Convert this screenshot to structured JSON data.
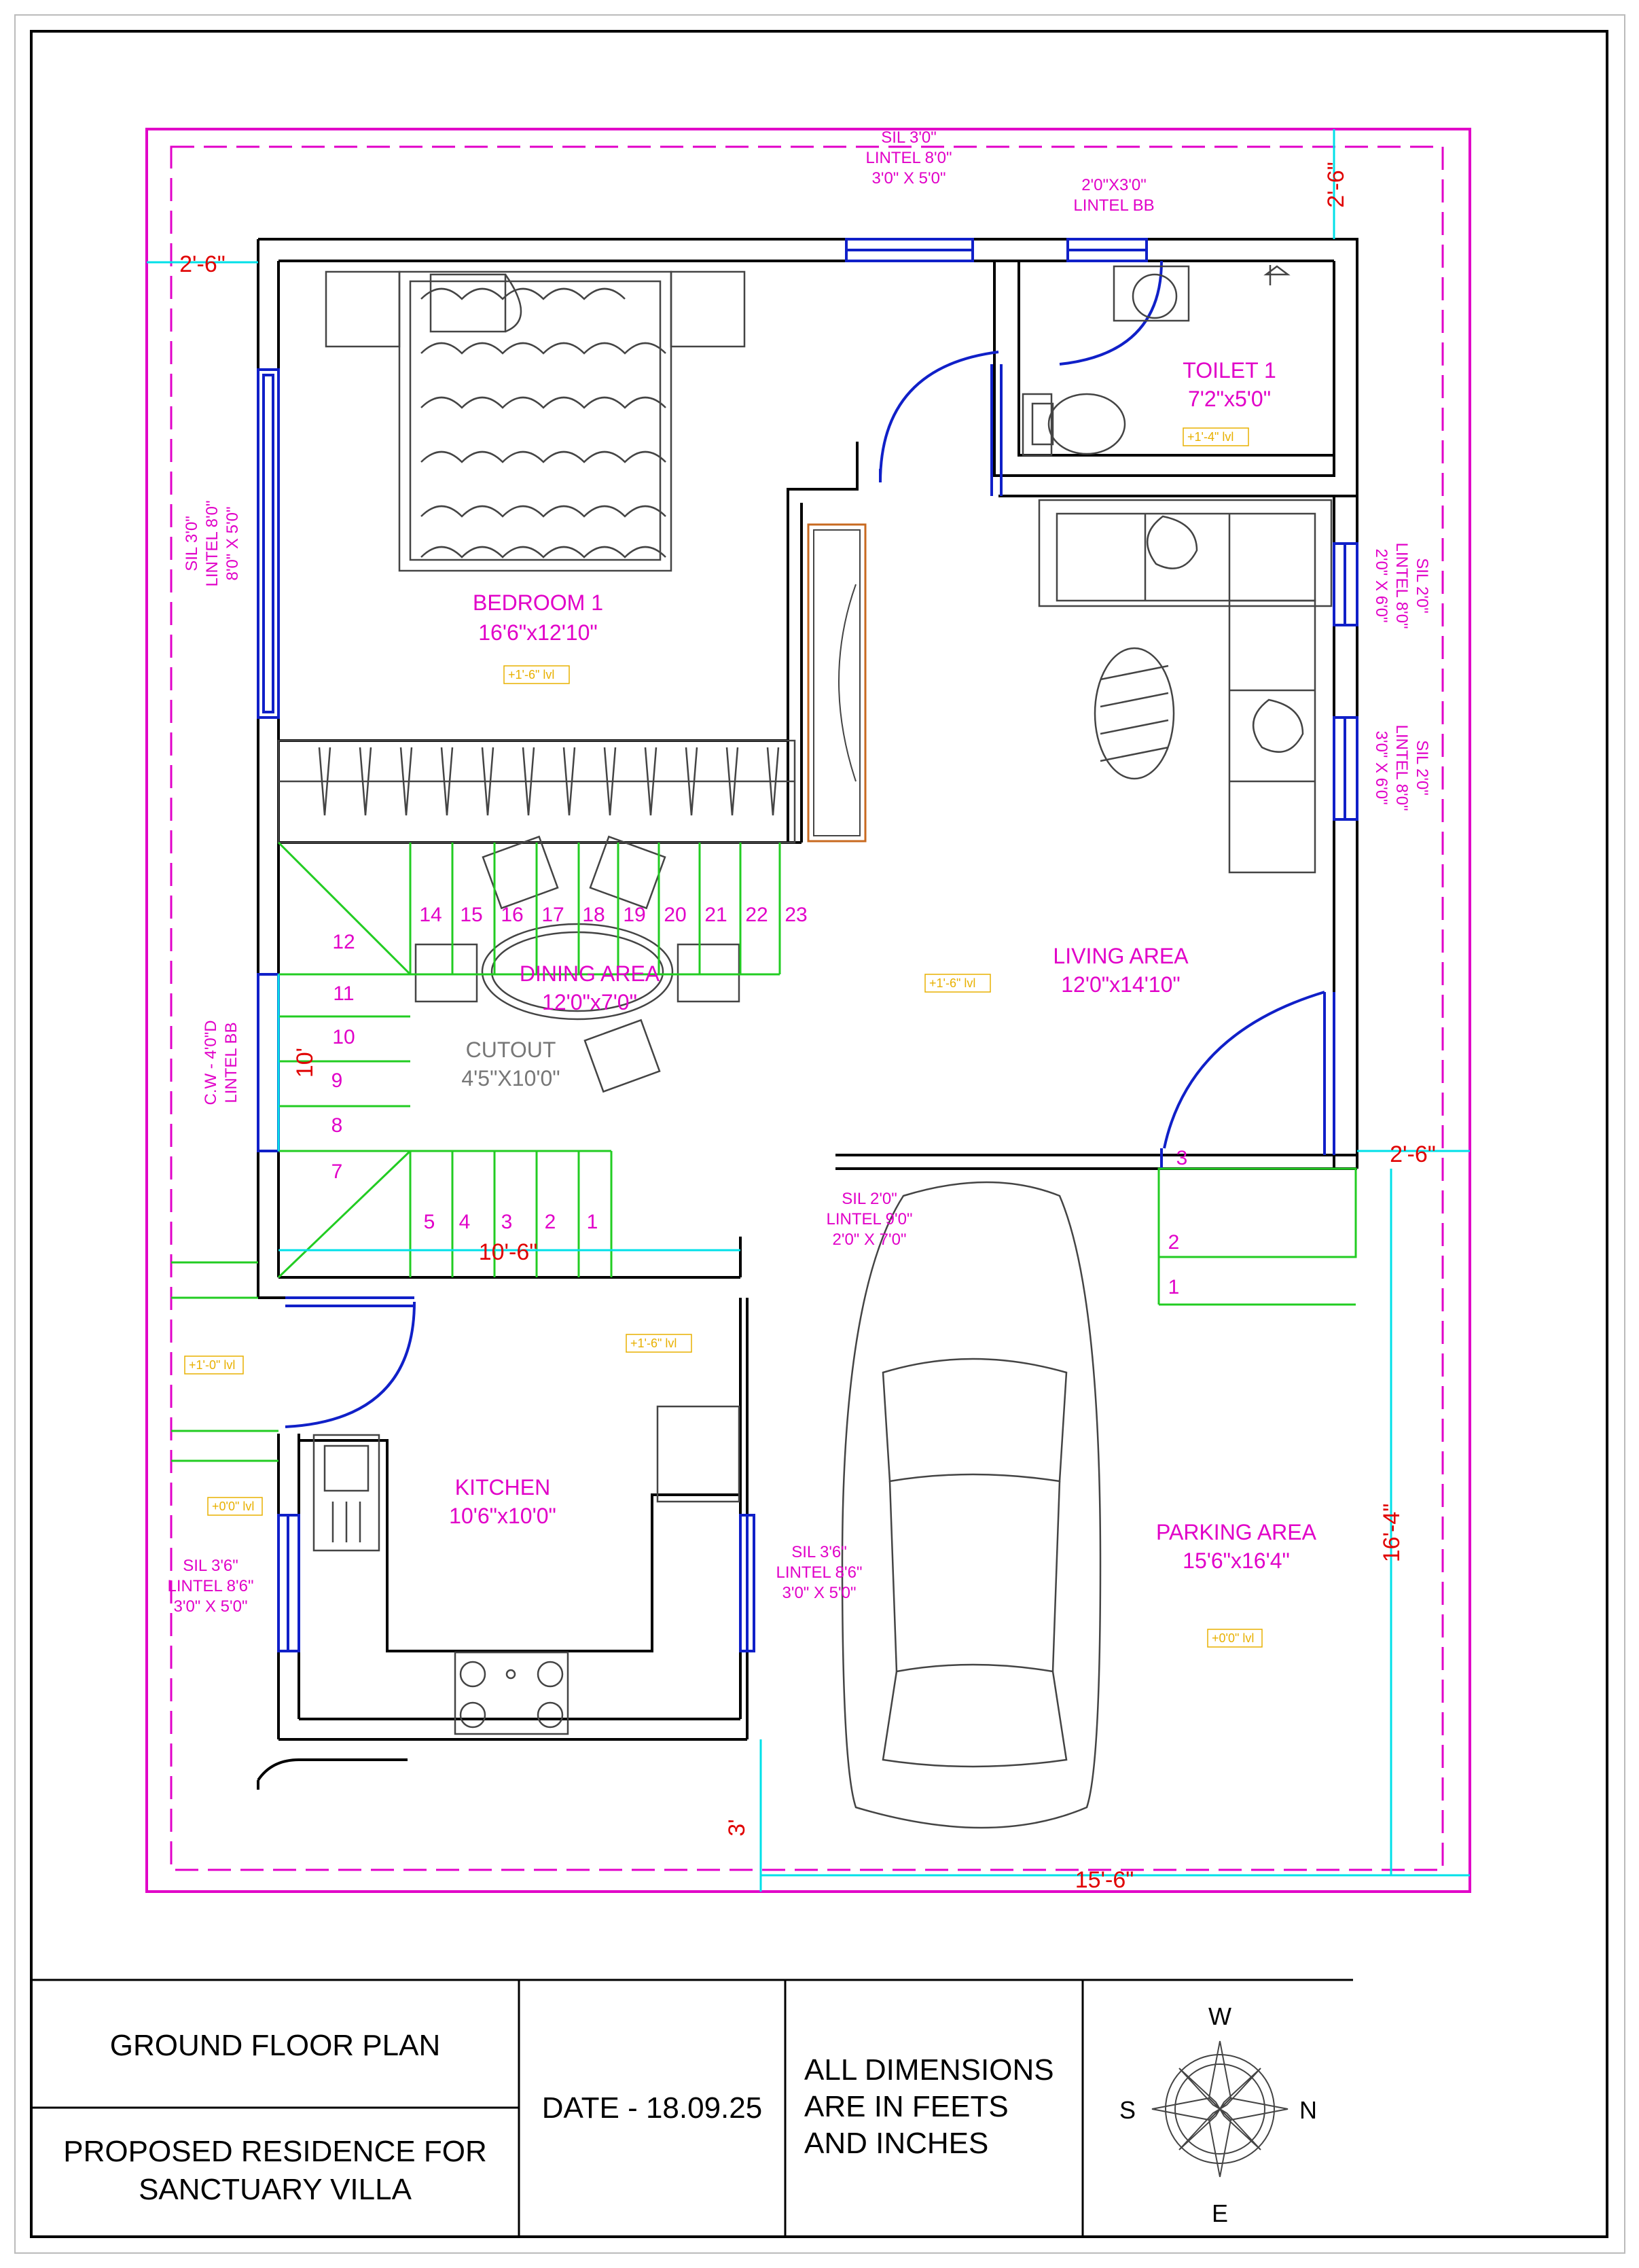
{
  "rooms": {
    "bedroom": {
      "name": "BEDROOM 1",
      "size": "16'6\"x12'10\""
    },
    "toilet": {
      "name": "TOILET 1",
      "size": "7'2\"x5'0\""
    },
    "living": {
      "name": "LIVING AREA",
      "size": "12'0\"x14'10\""
    },
    "dining": {
      "name": "DINING AREA",
      "size": "12'0\"x7'0\""
    },
    "kitchen": {
      "name": "KITCHEN",
      "size": "10'6\"x10'0\""
    },
    "parking": {
      "name": "PARKING AREA",
      "size": "15'6\"x16'4\""
    },
    "cutout": {
      "line1": "CUTOUT",
      "line2": "4'5\"X10'0\""
    }
  },
  "windows": {
    "top_window": [
      "SIL 3'0\"",
      "LINTEL 8'0\"",
      "3'0\" X 5'0\""
    ],
    "top_vent": [
      "2'0\"X3'0\"",
      "LINTEL BB"
    ],
    "bed_window": [
      "SIL 3'0\"",
      "LINTEL 8'0\"",
      "8'0\" X 5'0\""
    ],
    "right_window_1": [
      "SIL 2'0\"",
      "LINTEL 8'0\"",
      "2'0\" X 6'0\""
    ],
    "right_window_2": [
      "SIL 2'0\"",
      "LINTEL 8'0\"",
      "3'0\" X 6'0\""
    ],
    "cw_window": [
      "C.W - 4'0\"D",
      "LINTEL BB"
    ],
    "kitchen_left": [
      "SIL 3'6\"",
      "LINTEL 8'6\"",
      "3'0\" X 5'0\""
    ],
    "kitchen_right": [
      "SIL 3'6\"",
      "LINTEL 8'6\"",
      "3'0\" X 5'0\""
    ],
    "door_mid": [
      "SIL 2'0\"",
      "LINTEL 9'0\"",
      "2'0\" X 7'0\""
    ]
  },
  "dimensions": {
    "left_setback": "2'-6\"",
    "top_setback": "2'-6\"",
    "right_setback": "2'-6\"",
    "stair_height": "10'",
    "stair_width": "10'-6\"",
    "front_gap": "3'",
    "parking_width": "15'-6\"",
    "parking_depth": "16'-4\""
  },
  "levels": {
    "bedroom": "+1'-6\" lvl",
    "toilet": "+1'-4\" lvl",
    "living": "+1'-6\" lvl",
    "passage": "+1'-6\" lvl",
    "side_1": "+1'-0\" lvl",
    "side_2": "+0'0\" lvl",
    "parking": "+0'0\" lvl"
  },
  "steps": {
    "top_row": [
      "14",
      "15",
      "16",
      "17",
      "18",
      "19",
      "20",
      "21",
      "22",
      "23"
    ],
    "left_col": [
      "12",
      "11",
      "10",
      "9",
      "8",
      "7"
    ],
    "bottom_row": [
      "5",
      "4",
      "3",
      "2",
      "1"
    ],
    "entry": [
      "3",
      "2",
      "1"
    ]
  },
  "title_block": {
    "drawing_title": "GROUND FLOOR PLAN",
    "project_line1": "PROPOSED RESIDENCE FOR",
    "project_line2": "SANCTUARY VILLA",
    "date": "DATE - 18.09.25",
    "note_line1": "ALL DIMENSIONS",
    "note_line2": "ARE IN FEETS",
    "note_line3": "AND INCHES"
  },
  "compass": {
    "top": "W",
    "left": "S",
    "right": "N",
    "bottom": "E"
  },
  "colors": {
    "wall": "#000000",
    "text": "#e100c8",
    "dimension": "#00e0e8",
    "window": "#1020c8",
    "stair": "#22cc22",
    "wardrobe": "#c86a20",
    "level": "#e8b000",
    "dim_text": "#e00000"
  }
}
